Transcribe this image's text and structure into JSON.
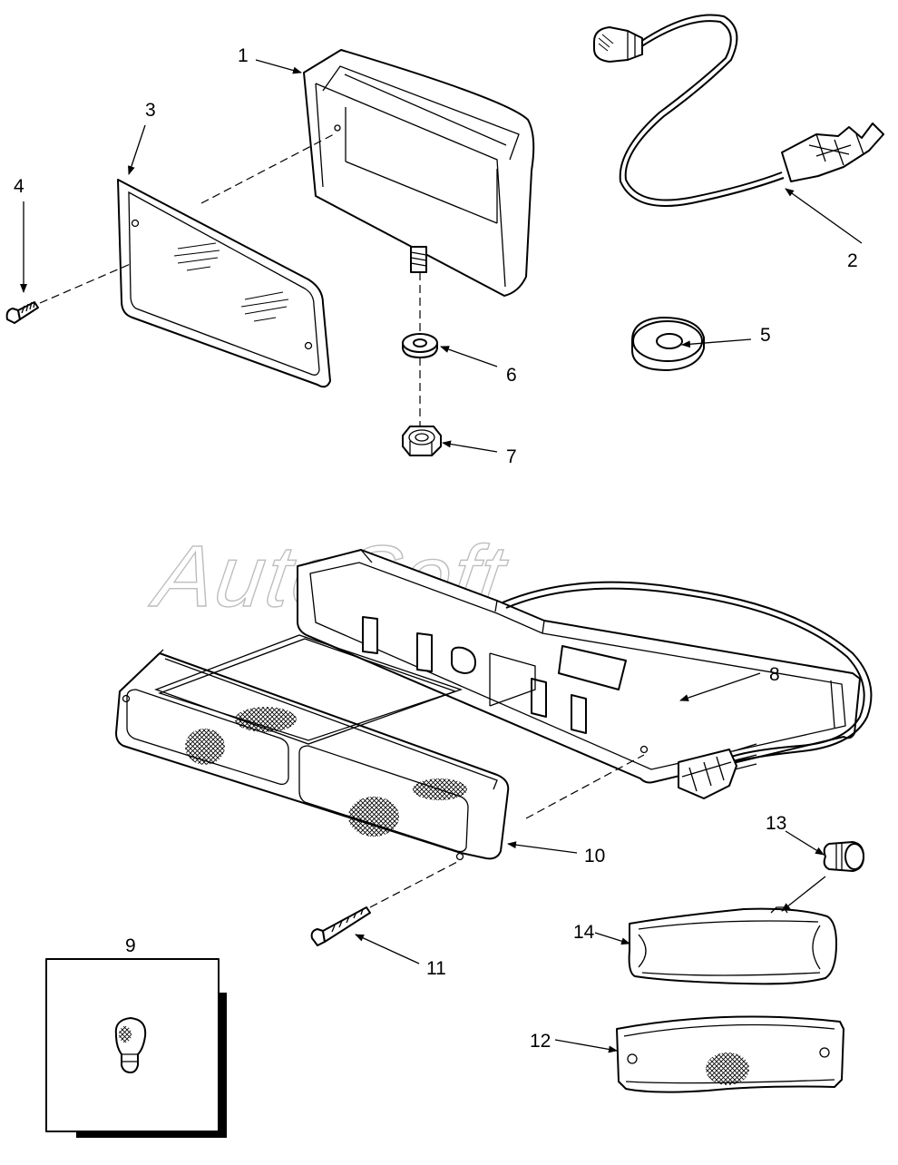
{
  "watermark": "AutoSoft",
  "callouts": {
    "c1": "1",
    "c2": "2",
    "c3": "3",
    "c4": "4",
    "c5": "5",
    "c6": "6",
    "c7": "7",
    "c8": "8",
    "c9": "9",
    "c10": "10",
    "c11": "11",
    "c12": "12",
    "c13": "13",
    "c14": "14"
  }
}
